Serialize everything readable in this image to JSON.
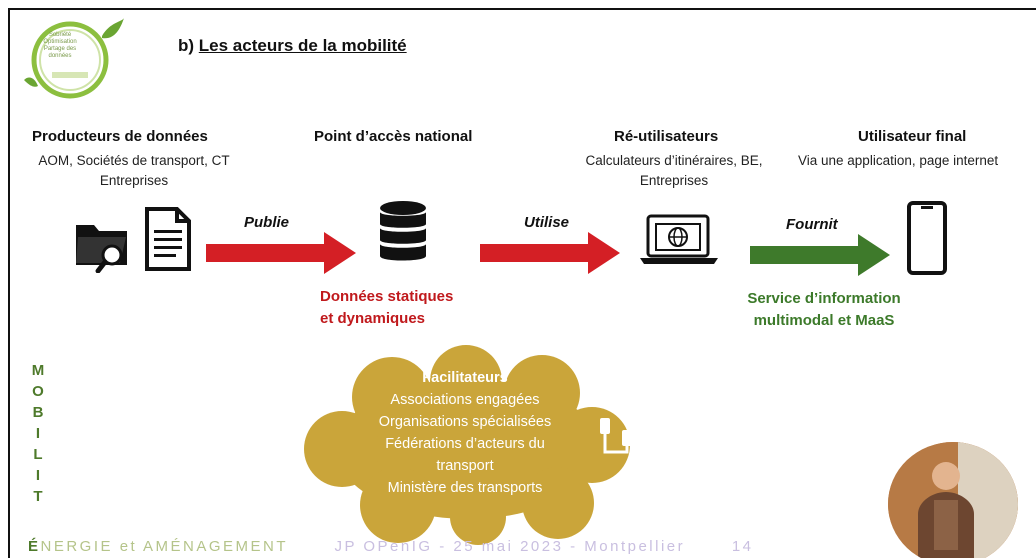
{
  "logo": {
    "text_line1": "Sobriété",
    "text_line2": "Optimisation",
    "text_line3": "Partage des données"
  },
  "title": {
    "prefix": "b) ",
    "text": "Les acteurs de la mobilité"
  },
  "columns": [
    {
      "heading": "Producteurs de données",
      "sub1": "AOM, Sociétés de transport, CT",
      "sub2": "Entreprises"
    },
    {
      "heading": "Point d’accès national"
    },
    {
      "heading": "Ré-utilisateurs",
      "sub1": "Calculateurs d’itinéraires, BE,",
      "sub2": "Entreprises"
    },
    {
      "heading": "Utilisateur final",
      "sub1": "Via une application, page internet"
    }
  ],
  "arrows": [
    {
      "label": "Publie",
      "color": "#d41f25"
    },
    {
      "label": "Utilise",
      "color": "#d41f25"
    },
    {
      "label": "Fournit",
      "color": "#3e7a2b"
    }
  ],
  "data_caption": {
    "line1": "Données statiques",
    "line2": "et dynamiques"
  },
  "service_caption": {
    "line1": "Service d’information",
    "line2": "multimodal et MaaS"
  },
  "vertical_word": [
    "M",
    "O",
    "B",
    "I",
    "L",
    "I",
    "T",
    "É"
  ],
  "cloud": {
    "heading": "Facilitateurs",
    "items": [
      "Associations engagées",
      "Organisations spécialisées",
      "Fédérations d’acteurs du",
      "transport",
      "Ministère des transports"
    ],
    "color": "#caa53a"
  },
  "footer": {
    "left": "NERGIE et AMÉNAGEMENT",
    "middle": "JP OPenIG - 25 mai 2023 - Montpellier",
    "page": "14"
  },
  "icons": [
    "folder-search-icon",
    "document-icon",
    "database-icon",
    "laptop-globe-icon",
    "smartphone-icon",
    "usb-plug-icon",
    "presenter-video"
  ]
}
